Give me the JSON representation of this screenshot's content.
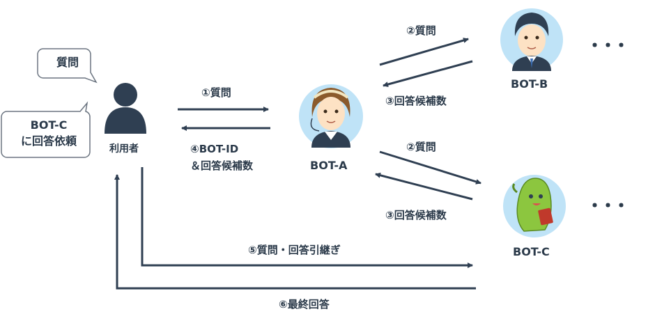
{
  "bubbles": {
    "question": "質問",
    "request_line1": "BOT-C",
    "request_line2": "に回答依頼"
  },
  "nodes": {
    "user": "利用者",
    "bot_a": "BOT-A",
    "bot_b": "BOT-B",
    "bot_c": "BOT-C",
    "ellipsis": "･･･"
  },
  "steps": {
    "s1": "①質問",
    "s2_top": "②質問",
    "s3_top": "③回答候補数",
    "s4_line1": "④BOT-ID",
    "s4_line2": "＆回答候補数",
    "s2_bottom": "②質問",
    "s3_bottom": "③回答候補数",
    "s5": "⑤質問・回答引継ぎ",
    "s6": "⑥最終回答"
  },
  "colors": {
    "arrow": "#2f3f52",
    "avatar_bg": "#bfe3f7",
    "text": "#2b3a4a"
  }
}
